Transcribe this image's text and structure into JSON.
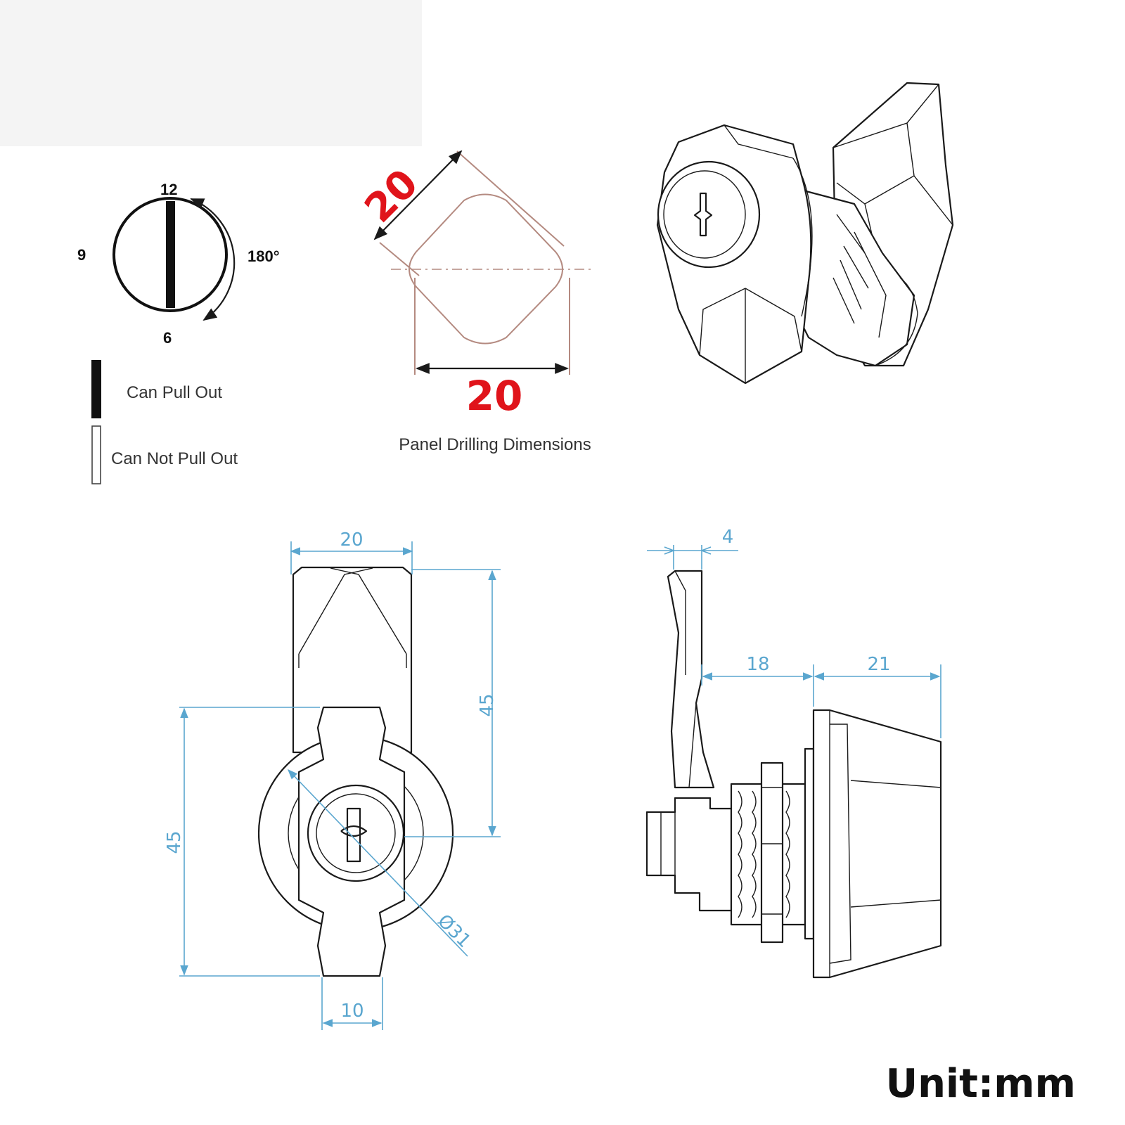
{
  "colors": {
    "line": "#1a1a1a",
    "dimension": "#5aa6cf",
    "emphasis_dimension": "#e0141b",
    "hole_outline": "#b48a80",
    "top_left_panel": "#f4f4f4"
  },
  "rotation_diagram": {
    "label_12": "12",
    "label_9": "9",
    "label_6": "6",
    "label_180": "180°"
  },
  "legend": {
    "can_pull_out": "Can Pull Out",
    "can_not_pull_out": "Can Not Pull Out"
  },
  "panel_drilling": {
    "dim_diagonal": "20",
    "dim_width": "20",
    "caption": "Panel Drilling Dimensions"
  },
  "front_view": {
    "dim_top_width": "20",
    "dim_handle_height": "45",
    "dim_body_height": "45",
    "dim_diameter": "Ø31",
    "dim_bottom_width": "10"
  },
  "side_view": {
    "dim_thickness": "4",
    "dim_18": "18",
    "dim_21": "21"
  },
  "unit_label": "Unit:mm"
}
